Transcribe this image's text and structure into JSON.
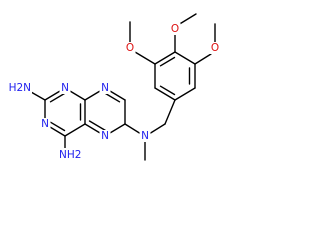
{
  "atoms": {
    "n1": "N",
    "n3": "N",
    "n5": "N",
    "n8": "N",
    "n_amine": "N",
    "nh2_top": "H2N",
    "nh2_bottom": "NH2",
    "o_methoxy_top": "O",
    "o_methoxy_left": "O",
    "o_methoxy_right": "O"
  },
  "colors": {
    "bond": "#000000",
    "nitrogen": "#2222ee",
    "oxygen": "#dd1111",
    "background": "#ffffff"
  }
}
